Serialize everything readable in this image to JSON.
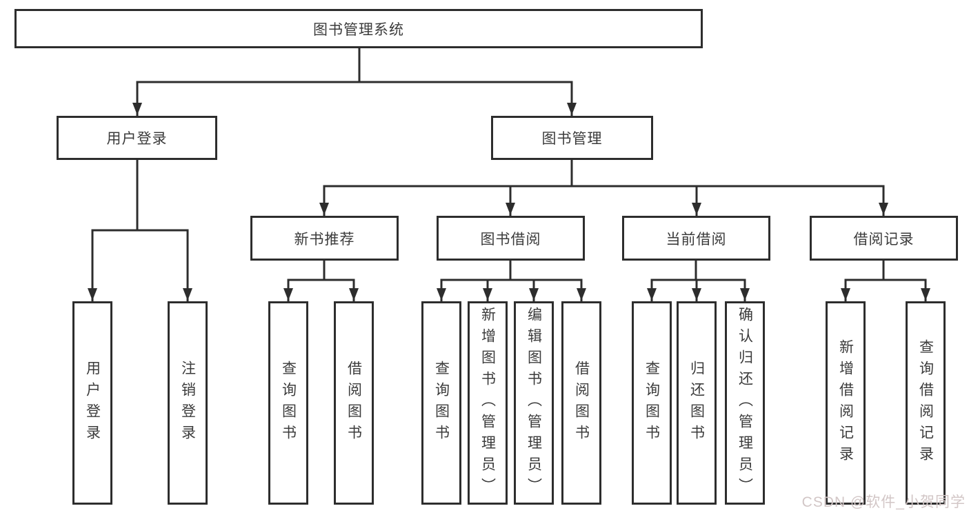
{
  "diagram": {
    "root": {
      "id": "library-management-system",
      "label": "图书管理系统"
    },
    "level1": [
      {
        "id": "user-login",
        "label": "用户登录"
      },
      {
        "id": "book-management",
        "label": "图书管理"
      }
    ],
    "level2": [
      {
        "id": "new-book-recommendation",
        "label": "新书推荐"
      },
      {
        "id": "book-borrowing",
        "label": "图书借阅"
      },
      {
        "id": "current-borrowing",
        "label": "当前借阅"
      },
      {
        "id": "borrowing-records",
        "label": "借阅记录"
      }
    ],
    "leaves": [
      {
        "id": "user-login-leaf",
        "label": "用户登录"
      },
      {
        "id": "logout",
        "label": "注销登录"
      },
      {
        "id": "query-books-recommend",
        "label": "查询图书"
      },
      {
        "id": "borrow-books-recommend",
        "label": "借阅图书"
      },
      {
        "id": "query-books-borrowing",
        "label": "查询图书"
      },
      {
        "id": "add-book-admin",
        "label": "新增图书（管理员）"
      },
      {
        "id": "edit-book-admin",
        "label": "编辑图书（管理员）"
      },
      {
        "id": "borrow-books",
        "label": "借阅图书"
      },
      {
        "id": "query-books-current",
        "label": "查询图书"
      },
      {
        "id": "return-books",
        "label": "归还图书"
      },
      {
        "id": "confirm-return-admin",
        "label": "确认归还（管理员）"
      },
      {
        "id": "add-borrowing-record",
        "label": "新增借阅记录"
      },
      {
        "id": "query-borrowing-record",
        "label": "查询借阅记录"
      }
    ]
  },
  "watermark": {
    "text": "CSDN @软件_小贺同学",
    "color": "#d2c6c6"
  },
  "colors": {
    "line": "#2d2d2d",
    "text": "#3b3b3b",
    "background": "#ffffff"
  }
}
